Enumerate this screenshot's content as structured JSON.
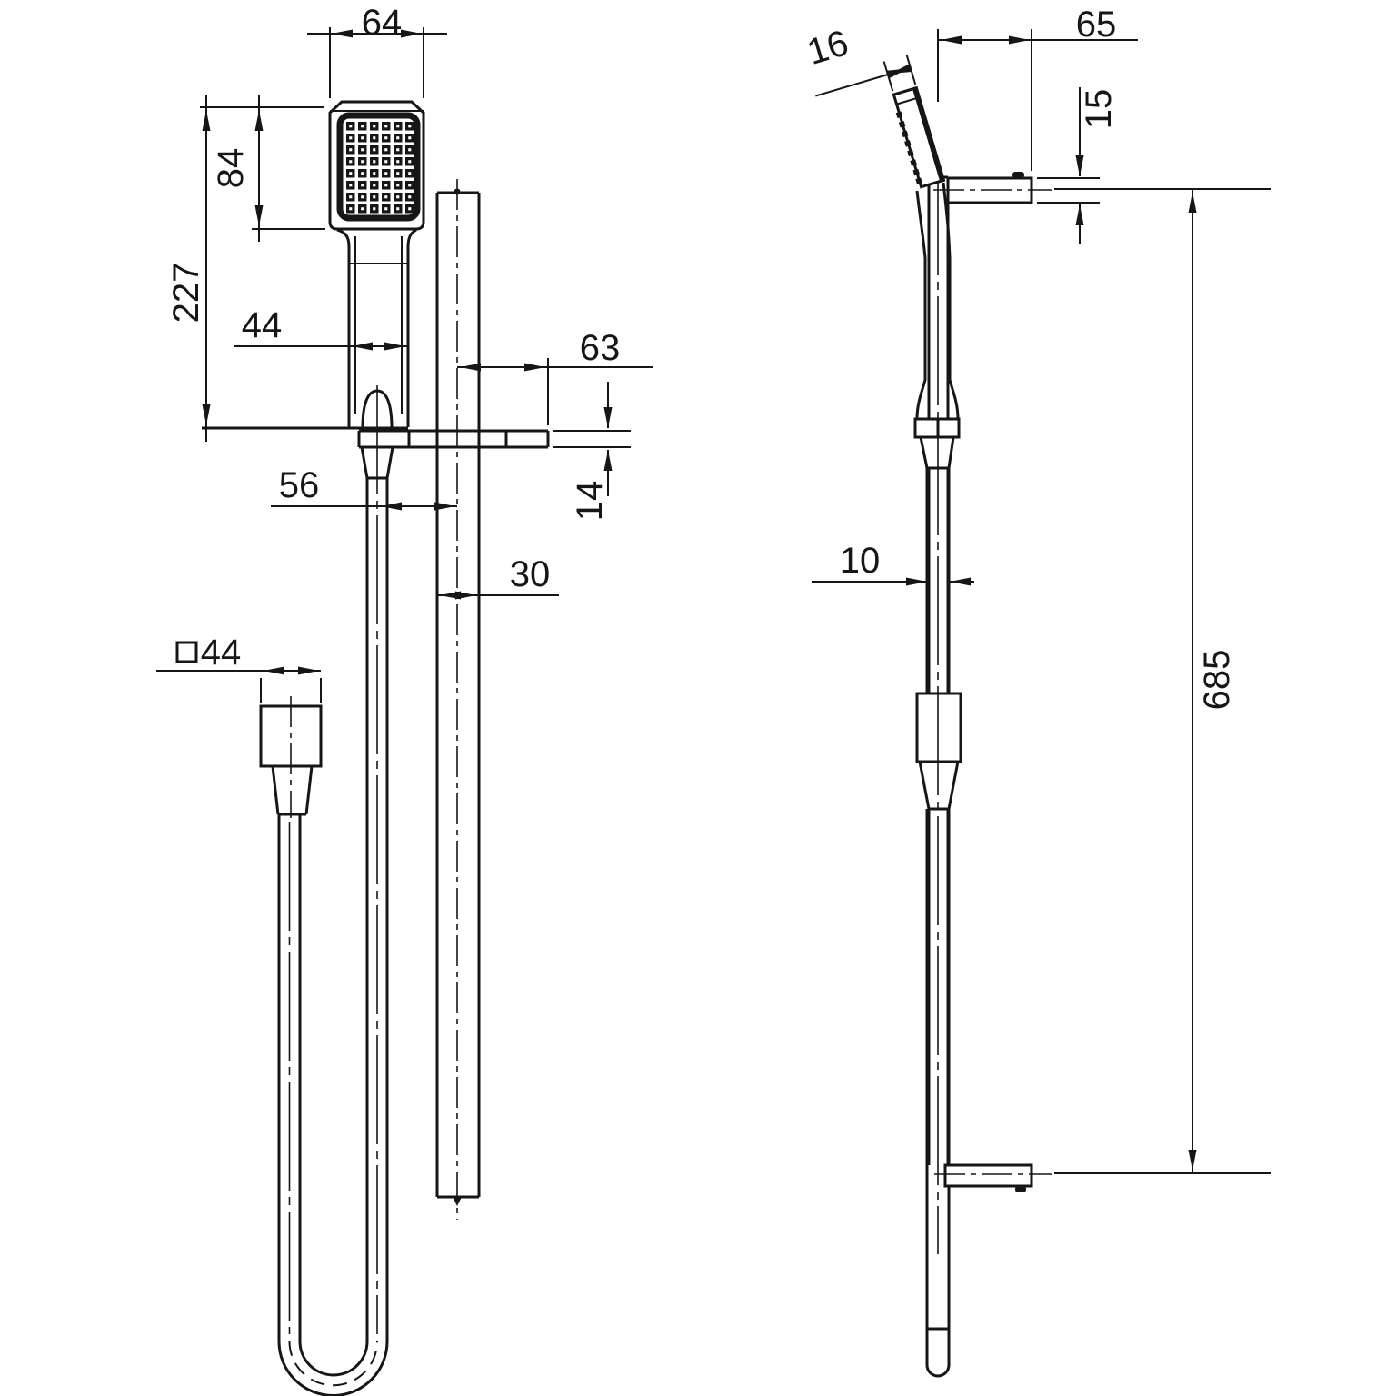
{
  "views": {
    "front": {
      "dimensions": {
        "head_width": "64",
        "head_face_height": "84",
        "handset_length": "227",
        "handle_width": "44",
        "rail_to_bracket_end": "63",
        "bracket_thickness": "14",
        "hose_to_rail_center": "56",
        "rail_width": "30",
        "wall_elbow_width": "44"
      }
    },
    "side": {
      "dimensions": {
        "handset_depth": "16",
        "wall_bracket_reach": "65",
        "bracket_arm_height": "15",
        "rail_depth": "10",
        "rail_length": "685"
      }
    }
  }
}
